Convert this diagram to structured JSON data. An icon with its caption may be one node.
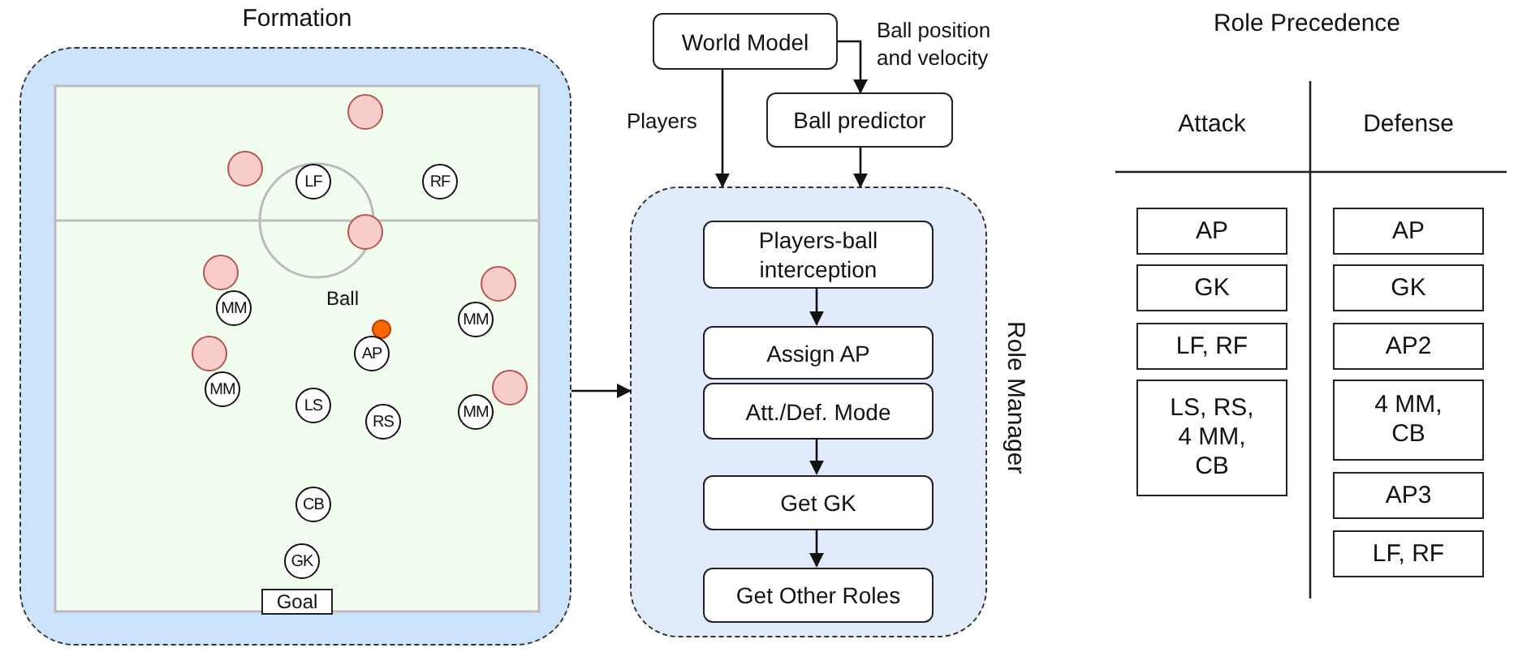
{
  "diagram": {
    "nodes": [
      {
        "text": [
          "Formation"
        ]
      },
      {
        "text": [],
        "shape": "circle",
        "in": 0
      },
      {
        "text": [],
        "shape": "circle",
        "in": 0
      },
      {
        "text": [
          "LF"
        ],
        "in": 0
      },
      {
        "text": [
          "RF"
        ],
        "in": 0
      },
      {
        "text": [],
        "shape": "circle",
        "in": 0
      },
      {
        "text": [],
        "shape": "circle",
        "in": 0
      },
      {
        "text": [],
        "shape": "circle",
        "in": 0
      },
      {
        "text": [
          "MM"
        ],
        "in": 0
      },
      {
        "text": [],
        "shape": "circle",
        "in": 0,
        "beside": [
          "Ball"
        ]
      },
      {
        "text": [
          "MM"
        ],
        "in": 0
      },
      {
        "text": [],
        "shape": "circle",
        "in": 0
      },
      {
        "text": [
          "AP"
        ],
        "in": 0
      },
      {
        "text": [],
        "shape": "circle",
        "in": 0
      },
      {
        "text": [
          "MM"
        ],
        "in": 0
      },
      {
        "text": [
          "LS"
        ],
        "in": 0
      },
      {
        "text": [
          "RS"
        ],
        "in": 0
      },
      {
        "text": [
          "MM"
        ],
        "in": 0
      },
      {
        "text": [
          "CB"
        ],
        "in": 0
      },
      {
        "text": [
          "GK"
        ],
        "in": 0
      },
      {
        "text": [
          "Goal"
        ],
        "in": 0
      },
      {
        "text": [
          "World Model"
        ]
      },
      {
        "text": [
          "Ball predictor"
        ]
      },
      {
        "text": [
          "Role Manager"
        ]
      },
      {
        "text": [
          "Players-ball interception"
        ],
        "in": 23
      },
      {
        "text": [
          "Assign AP"
        ],
        "in": 23
      },
      {
        "text": [
          "Att./Def. Mode"
        ],
        "in": 23
      },
      {
        "text": [
          "Get GK"
        ],
        "in": 23
      },
      {
        "text": [
          "Get Other Roles"
        ],
        "in": 23
      },
      {
        "text": [
          "AP"
        ]
      },
      {
        "text": [
          "GK"
        ]
      },
      {
        "text": [
          "LF, RF"
        ]
      },
      {
        "text": [
          "LS, RS, 4 MM, CB"
        ]
      },
      {
        "text": [
          "AP"
        ]
      },
      {
        "text": [
          "GK"
        ]
      },
      {
        "text": [
          "AP2"
        ]
      },
      {
        "text": [
          "4 MM, CB"
        ]
      },
      {
        "text": [
          "AP3"
        ]
      },
      {
        "text": [
          "LF, RF"
        ]
      }
    ],
    "edges": [
      {
        "from": 0,
        "to": 23,
        "arrow": "to"
      },
      {
        "from": 21,
        "to": 23,
        "arrow": "to",
        "label": "Players"
      },
      {
        "from": 21,
        "to": 22,
        "arrow": "to",
        "label": "Ball position and velocity"
      },
      {
        "from": 22,
        "to": 23,
        "arrow": "to"
      },
      {
        "from": 24,
        "to": 25,
        "arrow": "to"
      },
      {
        "from": 26,
        "to": 27,
        "arrow": "to"
      },
      {
        "from": 27,
        "to": 28,
        "arrow": "to"
      }
    ],
    "labels": [
      "Role Precedence",
      "Attack",
      "Defense"
    ]
  }
}
